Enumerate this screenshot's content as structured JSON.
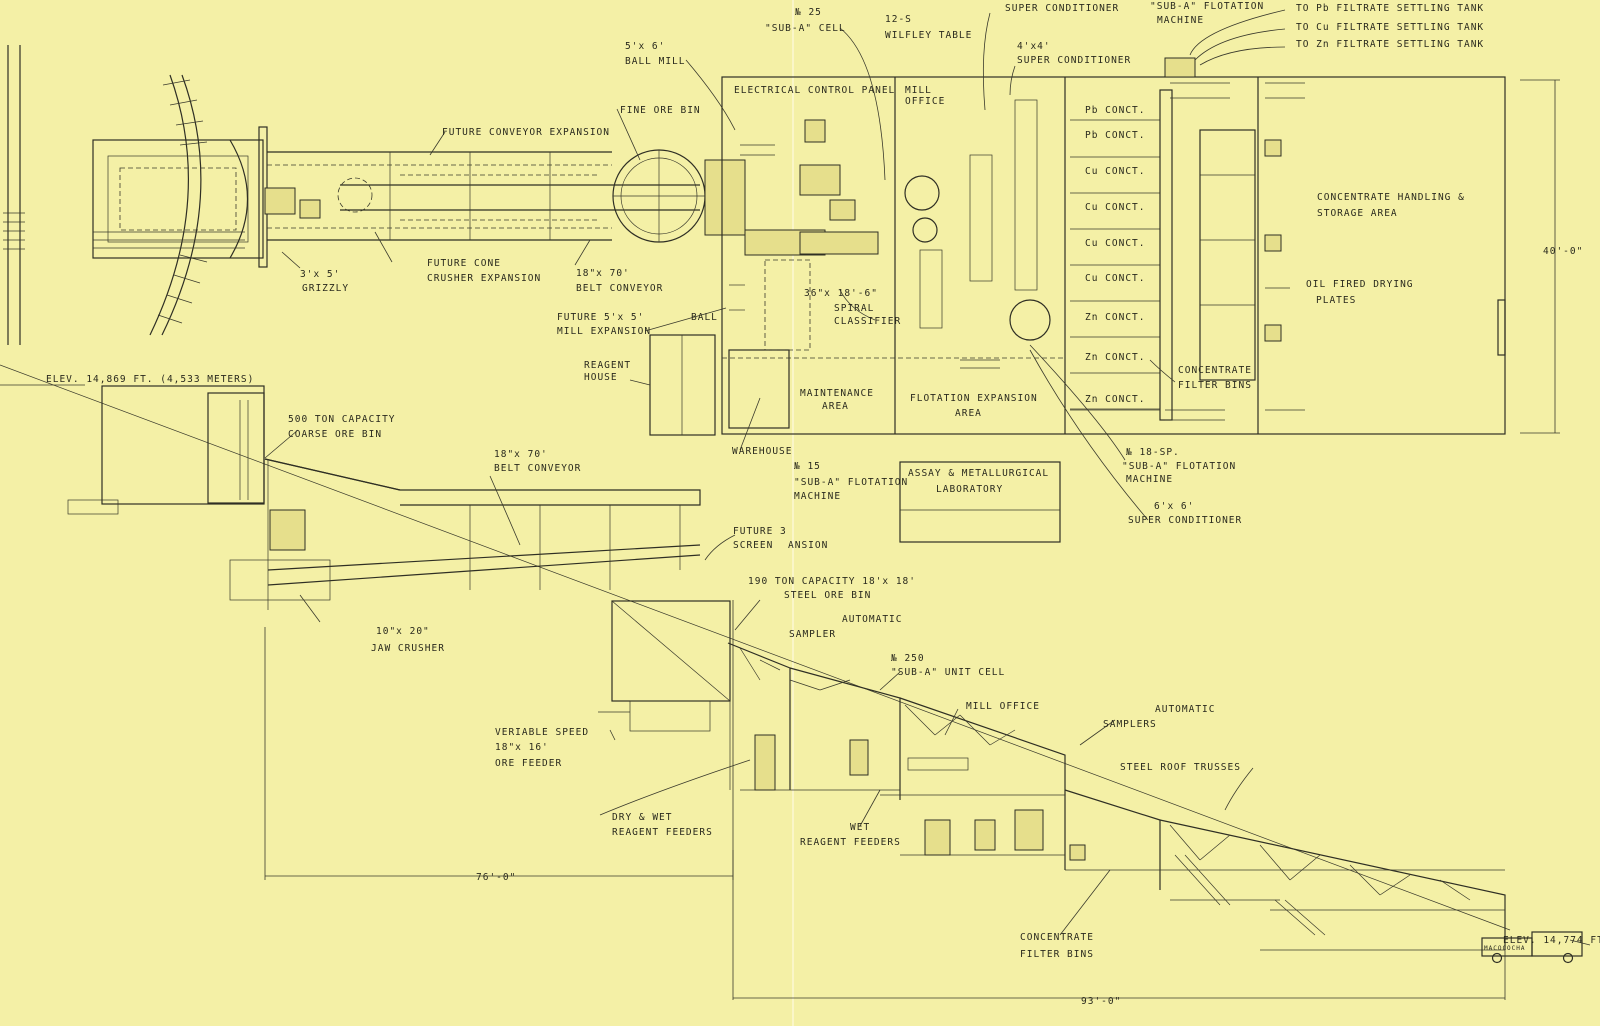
{
  "plan": {
    "flotation_cell_25": [
      "№ 25",
      "\"SUB-A\" CELL"
    ],
    "wilfley": [
      "12-S",
      "WILFLEY TABLE"
    ],
    "super_cond_top": "SUPER CONDITIONER",
    "flot_machine_top": [
      "\"SUB-A\" FLOTATION",
      "MACHINE"
    ],
    "filtrate": [
      "TO Pb FILTRATE SETTLING TANK",
      "TO Cu FILTRATE SETTLING TANK",
      "TO Zn FILTRATE SETTLING TANK"
    ],
    "super_cond_4x4": [
      "4'x4'",
      "SUPER CONDITIONER"
    ],
    "ball_mill": [
      "5'x 6'",
      "BALL MILL"
    ],
    "electrical_panel": "ELECTRICAL CONTROL PANEL",
    "mill_office": [
      "MILL",
      "OFFICE"
    ],
    "fine_ore_bin": "FINE ORE BIN",
    "future_conveyor": "FUTURE CONVEYOR EXPANSION",
    "concentrates": [
      "Pb CONCT.",
      "Pb CONCT.",
      "Cu CONCT.",
      "Cu CONCT.",
      "Cu CONCT.",
      "Cu CONCT.",
      "Zn CONCT.",
      "Zn CONCT.",
      "Zn CONCT."
    ],
    "concentrate_area": [
      "CONCENTRATE HANDLING &",
      "STORAGE AREA"
    ],
    "width_dim": "40'-0\"",
    "oil_fired": [
      "OIL FIRED DRYING",
      "PLATES"
    ],
    "future_cone": [
      "FUTURE CONE",
      "CRUSHER EXPANSION"
    ],
    "grizzly": [
      "3'x 5'",
      "GRIZZLY"
    ],
    "belt_plan": [
      "18\"x 70'",
      "BELT CONVEYOR"
    ],
    "spiral": [
      "36\"x 18'-6\"",
      "SPIRAL",
      "CLASSIFIER"
    ],
    "future_mill": [
      "FUTURE 5'x 5'",
      "BALL",
      "MILL EXPANSION"
    ],
    "reagent_house": [
      "REAGENT",
      "HOUSE"
    ],
    "maintenance": [
      "MAINTENANCE",
      "AREA"
    ],
    "flot_expansion": [
      "FLOTATION EXPANSION",
      "AREA"
    ],
    "filter_bins_plan": [
      "CONCENTRATE",
      "FILTER BINS"
    ],
    "warehouse": "WAREHOUSE",
    "machine_15": [
      "№ 15",
      "\"SUB-A\" FLOTATION",
      "MACHINE"
    ],
    "assay": [
      "ASSAY & METALLURGICAL",
      "LABORATORY"
    ],
    "machine_18sp": [
      "№ 18-SP.",
      "\"SUB-A\" FLOTATION",
      "MACHINE"
    ],
    "super_cond_6x6": [
      "6'x 6'",
      "SUPER CONDITIONER"
    ]
  },
  "section": {
    "elev_top": "ELEV. 14,869 FT. (4,533 METERS)",
    "coarse_bin": [
      "500 TON CAPACITY",
      "COARSE ORE BIN"
    ],
    "belt": [
      "18\"x 70'",
      "BELT CONVEYOR"
    ],
    "screen": [
      "FUTURE 3",
      "SCREEN",
      "ANSION"
    ],
    "fine_bin": [
      "190 TON CAPACITY 18'x 18'",
      "STEEL ORE BIN"
    ],
    "sampler": [
      "AUTOMATIC",
      "SAMPLER"
    ],
    "jaw": [
      "10\"x 20\"",
      "JAW CRUSHER"
    ],
    "unit_cell": [
      "№ 250",
      "\"SUB-A\" UNIT CELL"
    ],
    "mill_office": "MILL OFFICE",
    "samplers": [
      "AUTOMATIC",
      "SAMPLERS"
    ],
    "trusses": "STEEL ROOF TRUSSES",
    "feeder": [
      "VERIABLE SPEED",
      "18\"x 16'",
      "ORE FEEDER"
    ],
    "dry_wet": [
      "DRY & WET",
      "REAGENT FEEDERS"
    ],
    "wet": [
      "WET",
      "REAGENT FEEDERS"
    ],
    "dim_76": "76'-0\"",
    "filter_bins": [
      "CONCENTRATE",
      "FILTER BINS"
    ],
    "elev_bottom": "ELEV. 14,774 FT.",
    "truck_text": "MACOCOCHA",
    "dim_93": "93'-0\""
  }
}
